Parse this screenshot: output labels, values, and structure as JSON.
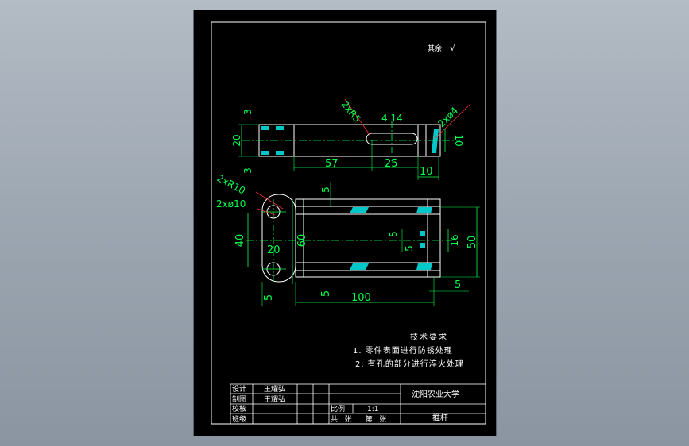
{
  "colors": {
    "background": "#000000",
    "line": "#ffffff",
    "dimension": "#00ff4c",
    "hatch": "#00c8c8",
    "centerline": "#00ff4c",
    "leader": "#ff3030",
    "text": "#ffffff"
  },
  "roughness_note": "其余",
  "roughness_symbol": "√",
  "top_view": {
    "dims": {
      "v3_top": "3",
      "v20": "20",
      "v3_bottom": "3",
      "r5": "2xR5",
      "d414": "4.14",
      "phi4": "2xø4",
      "d10_right": "10",
      "d57": "57",
      "d25": "25",
      "d10_bottom": "10"
    }
  },
  "front_view": {
    "dims": {
      "r10": "2xR10",
      "phi10": "2xø10",
      "d5_top": "5",
      "d40": "40",
      "d20": "20",
      "d60": "60",
      "d5_a": "5",
      "d5_b": "5",
      "d16": "16",
      "d50": "50",
      "d5_left": "5",
      "d5_mid": "5",
      "d100": "100",
      "d5_right": "5"
    }
  },
  "tech_requirements": {
    "title": "技术要求",
    "items": [
      "1. 零件表面进行防锈处理",
      "2. 有孔的部分进行淬火处理"
    ]
  },
  "title_block": {
    "design_label": "设计",
    "design_name": "王耀弘",
    "draw_label": "制图",
    "draw_name": "王耀弘",
    "check_label": "校核",
    "approve_label": "班级",
    "scale_label": "比例",
    "scale_value": "1:1",
    "sheets_label": "共   张      第   张",
    "school": "沈阳农业大学",
    "part_name": "推杆"
  }
}
